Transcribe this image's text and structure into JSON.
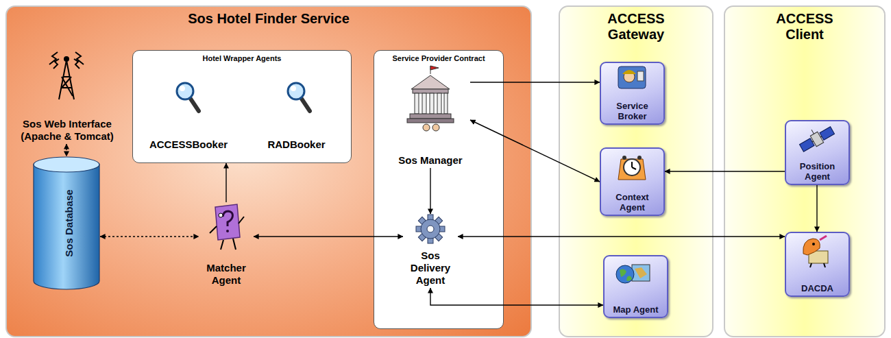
{
  "diagram": {
    "nodes": [
      {
        "text": [
          "Sos Hotel Finder Service"
        ]
      },
      {
        "text": [
          "ACCESS Gateway"
        ]
      },
      {
        "text": [
          "ACCESS Client"
        ]
      },
      {
        "text": [
          "Sos Web Interface (Apache & Tomcat)"
        ],
        "in": 0
      },
      {
        "text": [
          "Hotel Wrapper Agents"
        ],
        "in": 0
      },
      {
        "text": [
          "ACCESSBooker"
        ],
        "in": 4
      },
      {
        "text": [
          "RADBooker"
        ],
        "in": 4
      },
      {
        "text": [
          "Service Provider Contract"
        ],
        "in": 0
      },
      {
        "text": [
          "Sos Manager"
        ],
        "in": 7
      },
      {
        "text": [
          "Sos Delivery Agent"
        ],
        "in": 7
      },
      {
        "text": [
          "Sos Database"
        ],
        "in": 0
      },
      {
        "text": [
          "Matcher Agent"
        ],
        "in": 0
      },
      {
        "text": [
          "Service Broker"
        ],
        "in": 1
      },
      {
        "text": [
          "Context Agent"
        ],
        "in": 1
      },
      {
        "text": [
          "Map Agent"
        ],
        "in": 1
      },
      {
        "text": [
          "Position Agent"
        ],
        "in": 2
      },
      {
        "text": [
          "DACDA"
        ],
        "in": 2
      }
    ],
    "edges": [
      {
        "from": 3,
        "to": 10,
        "arrow": "both"
      },
      {
        "from": 10,
        "to": 11,
        "arrow": "both"
      },
      {
        "from": 11,
        "to": 4,
        "arrow": "to"
      },
      {
        "from": 11,
        "to": 9,
        "arrow": "both"
      },
      {
        "from": 8,
        "to": 12,
        "arrow": "to"
      },
      {
        "from": 8,
        "to": 13,
        "arrow": "both"
      },
      {
        "from": 8,
        "to": 9,
        "arrow": "to"
      },
      {
        "from": 15,
        "to": 13,
        "arrow": "to"
      },
      {
        "from": 15,
        "to": 16,
        "arrow": "to"
      },
      {
        "from": 9,
        "to": 16,
        "arrow": "both"
      },
      {
        "from": 9,
        "to": 14,
        "arrow": "both"
      }
    ]
  }
}
